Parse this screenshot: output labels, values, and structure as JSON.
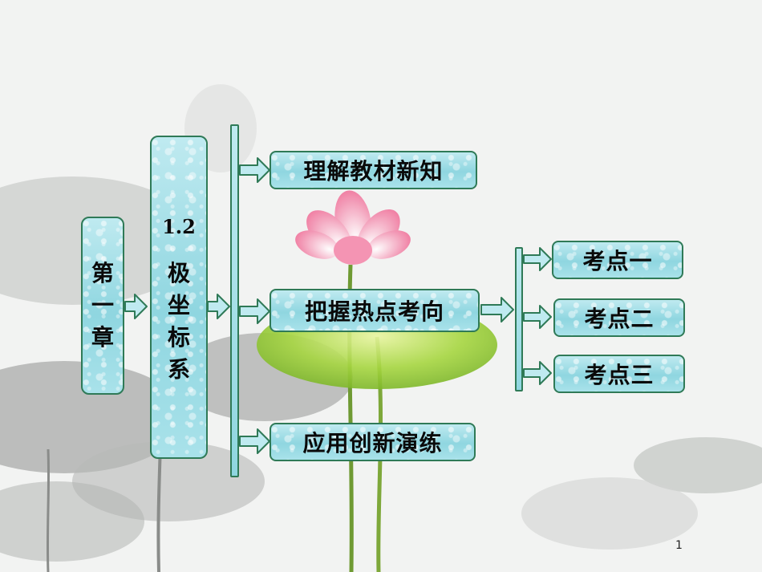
{
  "chapter": {
    "lines": [
      "第",
      "一",
      "章"
    ]
  },
  "section": {
    "number": "1.2",
    "lines": [
      "极",
      "坐",
      "标",
      "系"
    ]
  },
  "branches": [
    {
      "label": "理解教材新知"
    },
    {
      "label": "把握热点考向"
    },
    {
      "label": "应用创新演练"
    }
  ],
  "subbranches": [
    {
      "label": "考点一"
    },
    {
      "label": "考点二"
    },
    {
      "label": "考点三"
    }
  ],
  "page_number": "1",
  "colors": {
    "box_fill": "#8fd6e0",
    "box_border": "#2f7a57",
    "flower": "#f07aa0",
    "leaf": "#a6d640"
  }
}
